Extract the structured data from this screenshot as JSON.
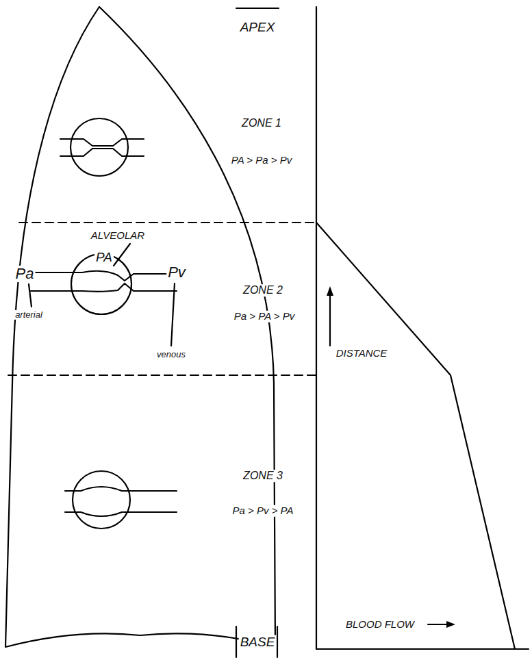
{
  "diagram": {
    "labels": [
      "APEX",
      "ZONE 1",
      "PA > Pa > Pv",
      "ALVEOLAR",
      "PA",
      "ZONE 2",
      "Pa > PA > Pv",
      "Pa",
      "arterial",
      "Pv",
      "venous",
      "DISTANCE",
      "ZONE 3",
      "Pa > Pv > PA",
      "BASE",
      "BLOOD FLOW"
    ]
  }
}
